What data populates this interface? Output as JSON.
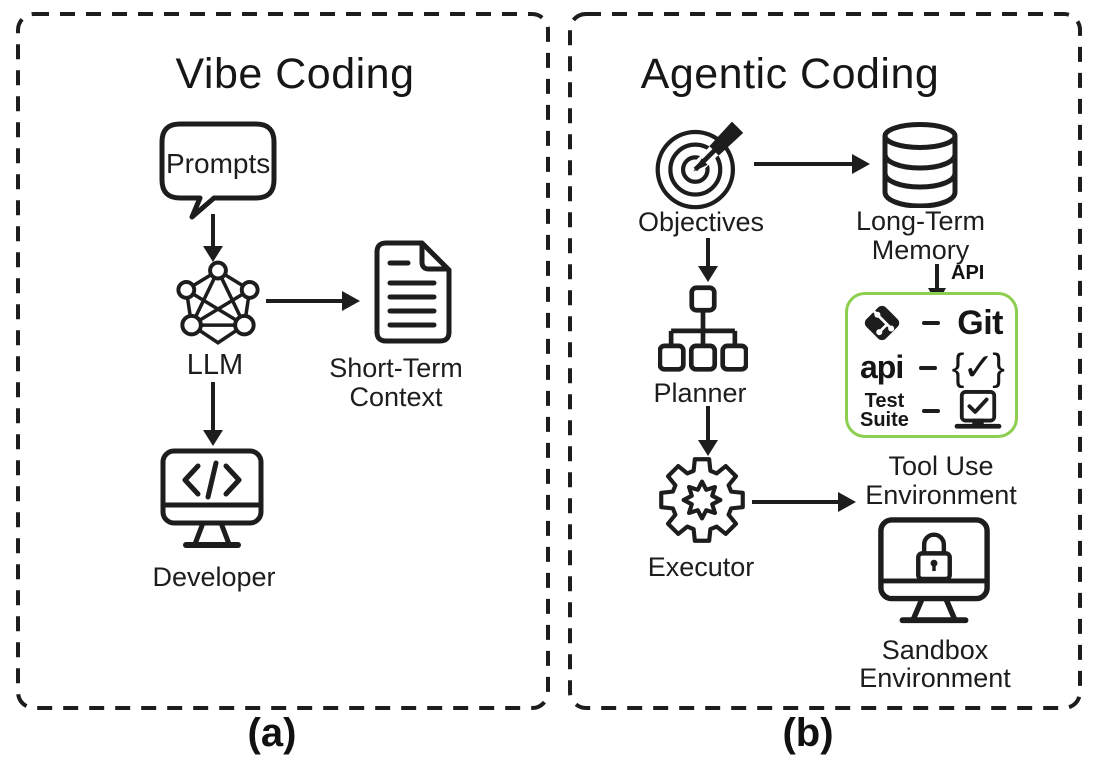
{
  "colors": {
    "ink": "#1d1d1d",
    "accent_green": "#8CCE4E"
  },
  "panel_a": {
    "title": "Vibe Coding",
    "caption": "(a)",
    "prompts_label": "Prompts",
    "llm_label": "LLM",
    "short_term_line1": "Short-Term",
    "short_term_line2": "Context",
    "developer_label": "Developer"
  },
  "panel_b": {
    "title": "Agentic Coding",
    "caption": "(b)",
    "objectives_label": "Objectives",
    "long_term_line1": "Long-Term",
    "long_term_line2": "Memory",
    "api_arrow_label": "API",
    "integrations": {
      "git_label": "Git",
      "api_label": "api",
      "braces_check": "{✓}",
      "test_line1": "Test",
      "test_line2": "Suite"
    },
    "planner_label": "Planner",
    "executor_label": "Executor",
    "tool_use_line1": "Tool Use",
    "tool_use_line2": "Environment",
    "sandbox_line1": "Sandbox",
    "sandbox_line2": "Environment"
  }
}
